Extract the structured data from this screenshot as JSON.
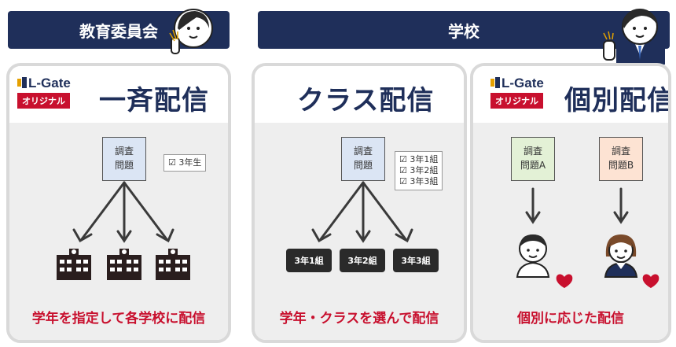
{
  "headers": {
    "left": "教育委員会",
    "right": "学校"
  },
  "logo": {
    "text": "L-Gate",
    "badge": "オリジナル"
  },
  "panels": {
    "bulk": {
      "title": "一斉配信",
      "doc_lines": [
        "調査",
        "問題"
      ],
      "grade_tag": "☑ 3年生",
      "caption": "学年を指定して各学校に配信"
    },
    "class": {
      "title": "クラス配信",
      "doc_lines": [
        "調査",
        "問題"
      ],
      "class_checks": [
        "☑ 3年1組",
        "☑ 3年2組",
        "☑ 3年3組"
      ],
      "class_pills": [
        "3年1組",
        "3年2組",
        "3年3組"
      ],
      "caption": "学年・クラスを選んで配信"
    },
    "individual": {
      "title": "個別配信",
      "doc_a_lines": [
        "調査",
        "問題A"
      ],
      "doc_b_lines": [
        "調査",
        "問題B"
      ],
      "caption": "個別に応じた配信"
    }
  },
  "colors": {
    "navy": "#1f2f5a",
    "red": "#c8102e",
    "doc_blue": "#dbe5f4",
    "doc_green": "#e3f1d6",
    "doc_orange": "#fde3d3",
    "panel_border": "#d9d9d9",
    "panel_fill": "#eeeeee"
  },
  "icons": {
    "school": "school-building-icon",
    "student_boy": "student-boy-icon",
    "student_girl": "student-girl-icon",
    "heart": "heart-icon",
    "arrow": "arrow-down-icon"
  }
}
